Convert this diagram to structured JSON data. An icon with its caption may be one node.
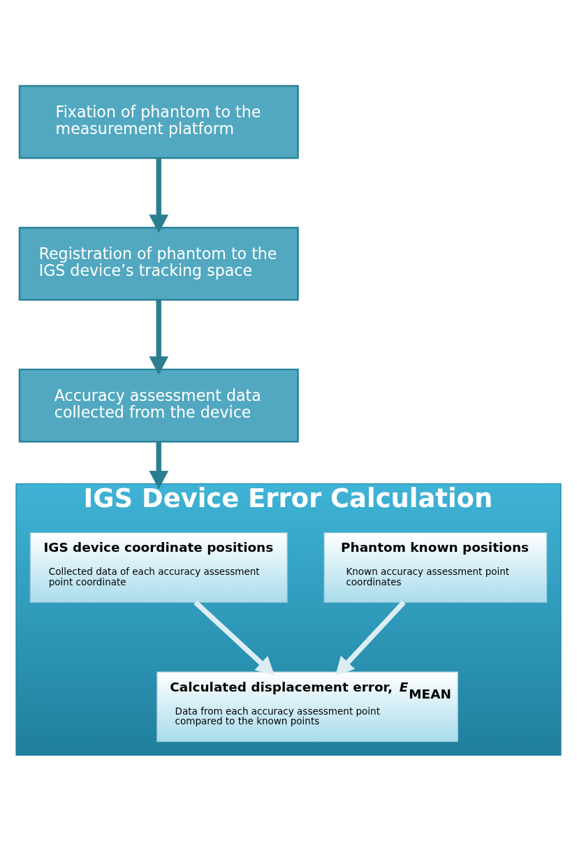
{
  "diagram": {
    "nodes": [
      {
        "text": [
          "Fixation of phantom to the measurement platform"
        ]
      },
      {
        "text": [
          "Registration of phantom to the IGS device’s tracking space"
        ]
      },
      {
        "text": [
          "Accuracy assessment data collected from the device"
        ]
      },
      {
        "text": [
          "IGS Device Error Calculation"
        ]
      },
      {
        "text": [
          "IGS device coordinate positions",
          "Collected data of each accuracy assessment point coordinate"
        ],
        "in": 3
      },
      {
        "text": [
          "Phantom known positions",
          "Known accuracy assessment point coordinates"
        ],
        "in": 3
      },
      {
        "text": [
          "Calculated displacement error, *E*$_{MEAN}$",
          "Data from each accuracy assessment point compared to the known points"
        ],
        "in": 3
      }
    ],
    "edges": [
      {
        "from": 0,
        "to": 1,
        "arrow": "to"
      },
      {
        "from": 1,
        "to": 2,
        "arrow": "to"
      },
      {
        "from": 2,
        "to": 3,
        "arrow": "to"
      },
      {
        "from": 4,
        "to": 6,
        "arrow": "to",
        "color": "#dceef4"
      },
      {
        "from": 5,
        "to": 6,
        "arrow": "to",
        "color": "#dceef4"
      }
    ]
  }
}
